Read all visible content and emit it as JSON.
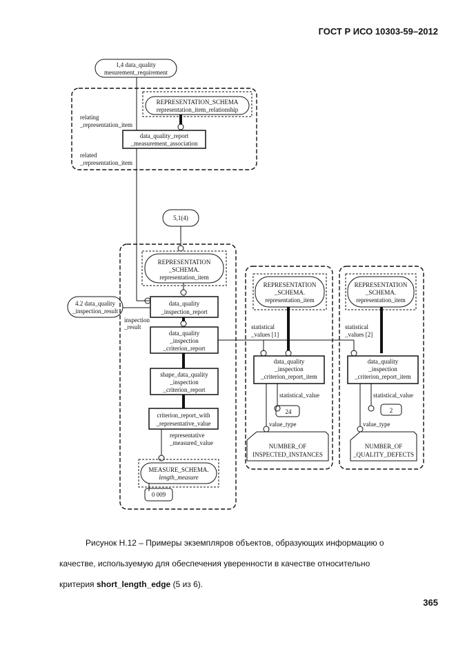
{
  "header": {
    "standard": "ГОСТ Р ИСО 10303-59–2012"
  },
  "diagram": {
    "top_oval": {
      "line1": "1,4 data_quality",
      "line2": "mesurement_requirement"
    },
    "group1": {
      "schema_box": {
        "line1": "REPRESENTATION_SCHEMA",
        "line2": "representation_item_relationship"
      },
      "entity": {
        "line1": "data_quality_report",
        "line2": "_measurement_association"
      },
      "label_relating": {
        "line1": "relating",
        "line2": "_representation_item"
      },
      "label_related": {
        "line1": "related",
        "line2": "_representation_item"
      }
    },
    "ref_oval": {
      "text": "5,1(4)"
    },
    "group2": {
      "schema_box": {
        "line1": "REPRESENTATION",
        "line2": "_SCHEMA.",
        "line3": "representation_item"
      },
      "ext_oval": {
        "line1": "4.2 data_quality",
        "line2": "_inspection_result"
      },
      "label_inspection": {
        "line1": "inspection",
        "line2": "_result"
      },
      "entity_report": {
        "line1": "data_quality",
        "line2": "_inspection_report"
      },
      "entity_criterion": {
        "line1": "data_quality",
        "line2": "_inspection",
        "line3": "_criterion_report"
      },
      "entity_shape": {
        "line1": "shape_data_quality",
        "line2": "_inspection",
        "line3": "_criterion_report"
      },
      "entity_rep_value": {
        "line1": "criterion_report_with",
        "line2": "_representative_value"
      },
      "label_rep_measured": {
        "line1": "representative",
        "line2": "_measured_value"
      },
      "measure_box": {
        "line1": "MEASURE_SCHEMA.",
        "line2": "length_measure"
      },
      "value_box": {
        "text": "0 009"
      }
    },
    "group3": {
      "schema_box": {
        "line1": "REPRESENTATION",
        "line2": "_SCHEMA.",
        "line3": "representation_item"
      },
      "label_values": {
        "line1": "statistical",
        "line2": "_values [1]"
      },
      "entity": {
        "line1": "data_quality",
        "line2": "_inspection",
        "line3": "_criterion_report_item"
      },
      "label_stat_value": "statistical_value",
      "value_box": {
        "text": "24"
      },
      "label_value_type": "value_type",
      "enum_box": {
        "line1": "NUMBER_OF",
        "line2": "INSPECTED_INSTANCES"
      }
    },
    "group4": {
      "schema_box": {
        "line1": "REPRESENTATION",
        "line2": "_SCHEMA.",
        "line3": "representation_item"
      },
      "label_values": {
        "line1": "statistical",
        "line2": "_values [2]"
      },
      "entity": {
        "line1": "data_quality",
        "line2": "_inspection",
        "line3": "_criterion_report_item"
      },
      "label_stat_value": "statistical_value",
      "value_box": {
        "text": "2"
      },
      "label_value_type": "value_type",
      "enum_box": {
        "line1": "NUMBER_OF",
        "line2": "_QUALITY_DEFECTS"
      }
    }
  },
  "caption": {
    "line1": "Рисунок Н.12 – Примеры экземпляров объектов, образующих информацию о",
    "line2": "качестве, используемую для обеспечения уверенности в качестве относительно",
    "line3_prefix": "критерия ",
    "line3_bold": "short_length_edge",
    "line3_suffix": " (5 из 6)."
  },
  "page_number": "365"
}
